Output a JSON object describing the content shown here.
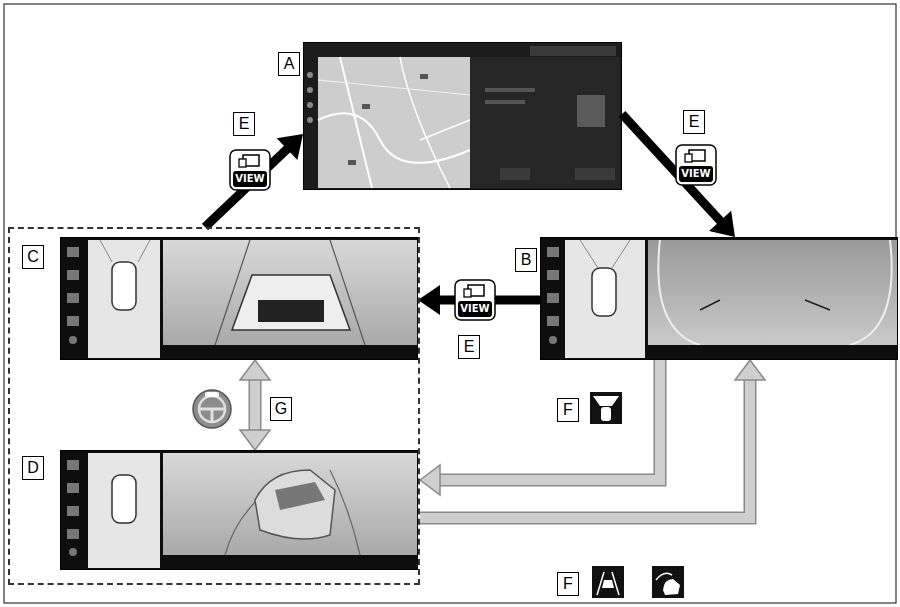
{
  "diagram": {
    "nodes": [
      {
        "text": [
          "A"
        ]
      },
      {
        "text": [
          "B"
        ]
      },
      {
        "text": []
      },
      {
        "text": [
          "C"
        ],
        "in": 2
      },
      {
        "text": [
          "D"
        ],
        "in": 2
      }
    ],
    "edges": [
      {
        "from": 2,
        "to": 0,
        "arrow": "to",
        "label": "E"
      },
      {
        "from": 0,
        "to": 1,
        "arrow": "to",
        "label": "E"
      },
      {
        "from": 1,
        "to": 3,
        "arrow": "to",
        "label": "E"
      },
      {
        "from": 3,
        "to": 4,
        "arrow": "both",
        "label": "G"
      },
      {
        "from": 1,
        "to": 2,
        "arrow": "to",
        "label": "F"
      },
      {
        "from": 2,
        "to": 1,
        "arrow": "to",
        "label": "F"
      }
    ],
    "labels": [
      "VIEW",
      "VIEW",
      "VIEW"
    ]
  }
}
